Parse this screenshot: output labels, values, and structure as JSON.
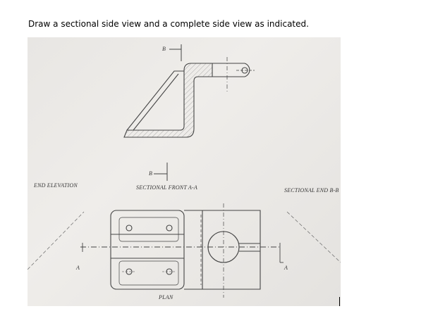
{
  "instruction": "Draw a sectional side view and a complete side view as indicated.",
  "drawing": {
    "labels": {
      "end_elevation": "END ELEVATION",
      "sectional_front": "SECTIONAL FRONT A-A",
      "sectional_end": "SECTIONAL END B-B",
      "plan": "PLAN",
      "cut_b_top": "B",
      "cut_b_bottom": "B",
      "cut_a_left": "A",
      "cut_a_right": "A"
    }
  }
}
